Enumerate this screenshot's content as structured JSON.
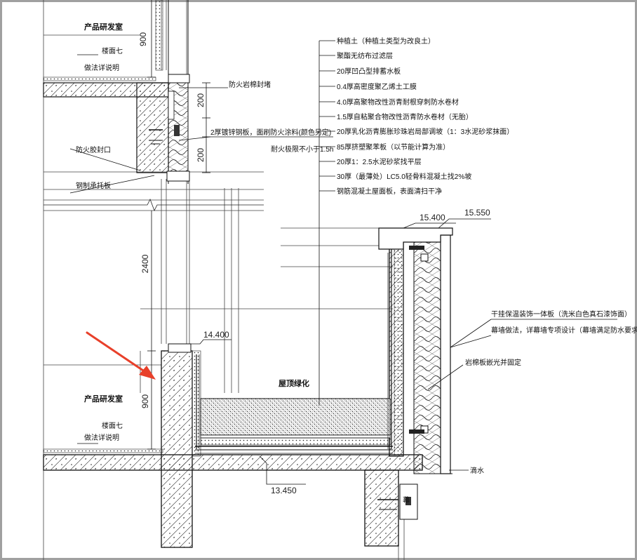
{
  "rooms": {
    "top": "产品研发室",
    "bottom": "产品研发室",
    "roof_garden": "屋顶绿化"
  },
  "floor_notes": {
    "top_line1": "楼面七",
    "top_line2": "做法详说明",
    "bottom_line1": "楼面七",
    "bottom_line2": "做法详说明"
  },
  "left_labels": {
    "fire_seal": "防火胶封口",
    "steel_bracket": "钢制承托板"
  },
  "fire_labels": {
    "rock_wool": "防火岩棉封堵",
    "steel_plate": "2厚镀锌钢板，面刷防火涂料(颜色另定)",
    "fire_rating": "耐火极限不小于1.5h"
  },
  "roof_layers": [
    "种植土（种植土类型为改良土）",
    "聚酯无纺布过滤层",
    "20厚凹凸型排蓄水板",
    "0.4厚高密度聚乙烯土工膜",
    "4.0厚高聚物改性沥青耐根穿刺防水卷材",
    "1.5厚自粘聚合物改性沥青防水卷材（无胎）",
    "20厚乳化沥青膨胀珍珠岩局部调坡（1：3水泥砂浆抹面）",
    "85厚挤塑聚苯板（以节能计算为准）",
    "20厚1：2.5水泥砂浆找平层",
    "30厚（最薄处）LC5.0轻骨料混凝土找2%坡",
    "钢筋混凝土屋面板，表面清扫干净"
  ],
  "right_labels": {
    "cladding": "干挂保温装饰一体板（洗米白色真石漆饰面）",
    "curtain_wall": "幕墙做法，详幕墙专项设计（幕墙满足防水要求）",
    "wool_fix": "岩棉板嵌光并固定",
    "drip": "滴水",
    "small_tag": "幕"
  },
  "dimensions": {
    "d900_top": "900",
    "d200_a": "200",
    "d200_b": "200",
    "d2400": "2400",
    "d900_bottom": "900"
  },
  "elevations": {
    "e15400": "15.400",
    "e15550": "15.550",
    "e14400": "14.400",
    "e13450": "13.450"
  },
  "colors": {
    "arrow": "#e8402a",
    "border": "#a0a0a0",
    "line": "#111111"
  }
}
